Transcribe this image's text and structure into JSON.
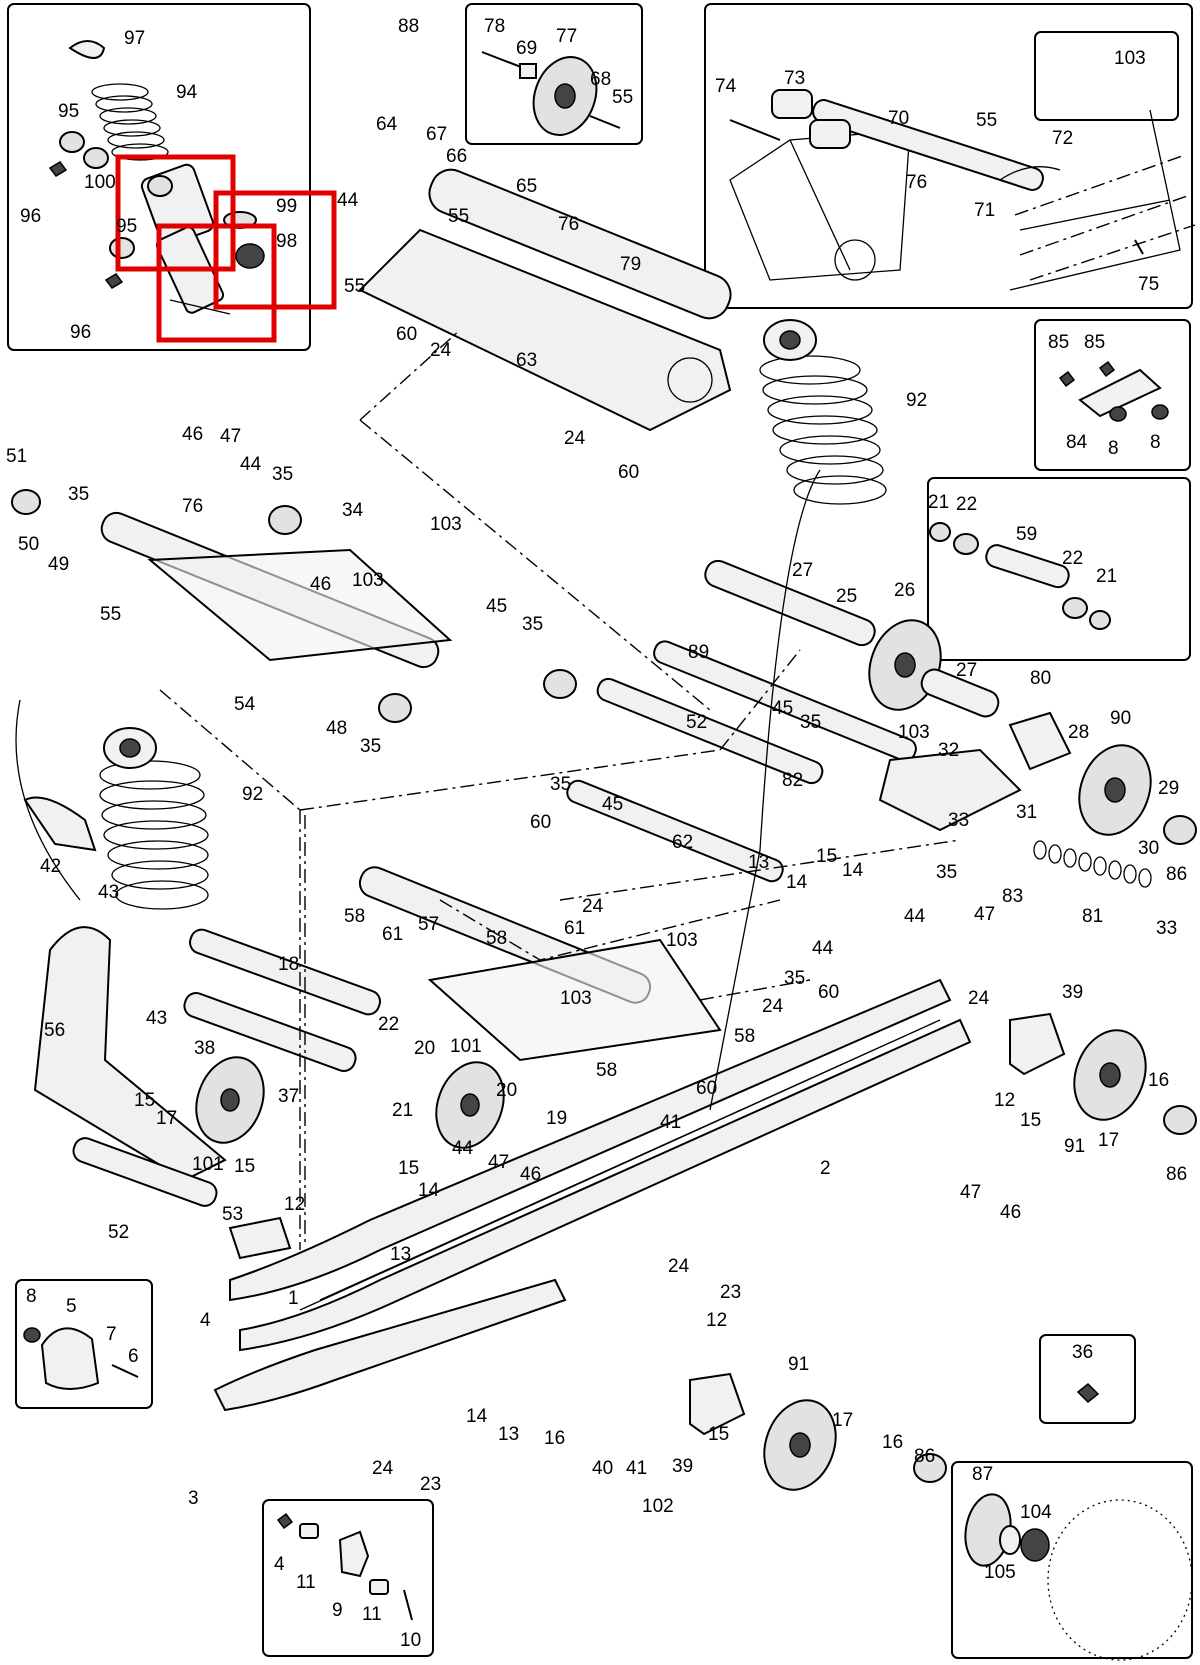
{
  "diagram": {
    "callouts": [
      {
        "id": "c97",
        "text": "97"
      },
      {
        "id": "c94",
        "text": "94"
      },
      {
        "id": "c95a",
        "text": "95"
      },
      {
        "id": "c96a",
        "text": "96"
      },
      {
        "id": "c100",
        "text": "100"
      },
      {
        "id": "c95b",
        "text": "95"
      },
      {
        "id": "c99",
        "text": "99"
      },
      {
        "id": "c98",
        "text": "98"
      },
      {
        "id": "c96b",
        "text": "96"
      },
      {
        "id": "c88",
        "text": "88"
      },
      {
        "id": "c78",
        "text": "78"
      },
      {
        "id": "c69",
        "text": "69"
      },
      {
        "id": "c77",
        "text": "77"
      },
      {
        "id": "c68",
        "text": "68"
      },
      {
        "id": "c55a",
        "text": "55"
      },
      {
        "id": "c74",
        "text": "74"
      },
      {
        "id": "c73",
        "text": "73"
      },
      {
        "id": "c70",
        "text": "70"
      },
      {
        "id": "c55b",
        "text": "55"
      },
      {
        "id": "c72",
        "text": "72"
      },
      {
        "id": "c103a",
        "text": "103"
      },
      {
        "id": "c76a",
        "text": "76"
      },
      {
        "id": "c71",
        "text": "71"
      },
      {
        "id": "c75",
        "text": "75"
      },
      {
        "id": "c64",
        "text": "64"
      },
      {
        "id": "c67",
        "text": "67"
      },
      {
        "id": "c66",
        "text": "66"
      },
      {
        "id": "c65",
        "text": "65"
      },
      {
        "id": "c55c",
        "text": "55"
      },
      {
        "id": "c44a",
        "text": "44"
      },
      {
        "id": "c76b",
        "text": "76"
      },
      {
        "id": "c79",
        "text": "79"
      },
      {
        "id": "c55d",
        "text": "55"
      },
      {
        "id": "c60a",
        "text": "60"
      },
      {
        "id": "c24a",
        "text": "24"
      },
      {
        "id": "c63",
        "text": "63"
      },
      {
        "id": "c24b",
        "text": "24"
      },
      {
        "id": "c60b",
        "text": "60"
      },
      {
        "id": "c92a",
        "text": "92"
      },
      {
        "id": "c85a",
        "text": "85"
      },
      {
        "id": "c85b",
        "text": "85"
      },
      {
        "id": "c84",
        "text": "84"
      },
      {
        "id": "c8a",
        "text": "8"
      },
      {
        "id": "c8b",
        "text": "8"
      },
      {
        "id": "c51",
        "text": "51"
      },
      {
        "id": "c50",
        "text": "50"
      },
      {
        "id": "c49",
        "text": "49"
      },
      {
        "id": "c35a",
        "text": "35"
      },
      {
        "id": "c46a",
        "text": "46"
      },
      {
        "id": "c47a",
        "text": "47"
      },
      {
        "id": "c44b",
        "text": "44"
      },
      {
        "id": "c35b",
        "text": "35"
      },
      {
        "id": "c76c",
        "text": "76"
      },
      {
        "id": "c34",
        "text": "34"
      },
      {
        "id": "c103b",
        "text": "103"
      },
      {
        "id": "c46b",
        "text": "46"
      },
      {
        "id": "c103c",
        "text": "103"
      },
      {
        "id": "c55e",
        "text": "55"
      },
      {
        "id": "c45a",
        "text": "45"
      },
      {
        "id": "c35c",
        "text": "35"
      },
      {
        "id": "c54",
        "text": "54"
      },
      {
        "id": "c48",
        "text": "48"
      },
      {
        "id": "c35d",
        "text": "35"
      },
      {
        "id": "c21a",
        "text": "21"
      },
      {
        "id": "c22a",
        "text": "22"
      },
      {
        "id": "c59",
        "text": "59"
      },
      {
        "id": "c22b",
        "text": "22"
      },
      {
        "id": "c21b",
        "text": "21"
      },
      {
        "id": "c27a",
        "text": "27"
      },
      {
        "id": "c25",
        "text": "25"
      },
      {
        "id": "c26",
        "text": "26"
      },
      {
        "id": "c27b",
        "text": "27"
      },
      {
        "id": "c80",
        "text": "80"
      },
      {
        "id": "c90",
        "text": "90"
      },
      {
        "id": "c89",
        "text": "89"
      },
      {
        "id": "c45b",
        "text": "45"
      },
      {
        "id": "c35e",
        "text": "35"
      },
      {
        "id": "c103d",
        "text": "103"
      },
      {
        "id": "c28",
        "text": "28"
      },
      {
        "id": "c52a",
        "text": "52"
      },
      {
        "id": "c32",
        "text": "32"
      },
      {
        "id": "c82",
        "text": "82"
      },
      {
        "id": "c29",
        "text": "29"
      },
      {
        "id": "c33a",
        "text": "33"
      },
      {
        "id": "c31",
        "text": "31"
      },
      {
        "id": "c30",
        "text": "30"
      },
      {
        "id": "c92b",
        "text": "92"
      },
      {
        "id": "c42",
        "text": "42"
      },
      {
        "id": "c43a",
        "text": "43"
      },
      {
        "id": "c35f",
        "text": "35"
      },
      {
        "id": "c45c",
        "text": "45"
      },
      {
        "id": "c60c",
        "text": "60"
      },
      {
        "id": "c62",
        "text": "62"
      },
      {
        "id": "c13a",
        "text": "13"
      },
      {
        "id": "c14a",
        "text": "14"
      },
      {
        "id": "c15a",
        "text": "15"
      },
      {
        "id": "c14b",
        "text": "14"
      },
      {
        "id": "c35g",
        "text": "35"
      },
      {
        "id": "c83",
        "text": "83"
      },
      {
        "id": "c86a",
        "text": "86"
      },
      {
        "id": "c81",
        "text": "81"
      },
      {
        "id": "c33b",
        "text": "33"
      },
      {
        "id": "c24c",
        "text": "24"
      },
      {
        "id": "c61a",
        "text": "61"
      },
      {
        "id": "c58a",
        "text": "58"
      },
      {
        "id": "c61b",
        "text": "61"
      },
      {
        "id": "c57",
        "text": "57"
      },
      {
        "id": "c58b",
        "text": "58"
      },
      {
        "id": "c103e",
        "text": "103"
      },
      {
        "id": "c103f",
        "text": "103"
      },
      {
        "id": "c44c",
        "text": "44"
      },
      {
        "id": "c35h",
        "text": "35"
      },
      {
        "id": "c44d",
        "text": "44"
      },
      {
        "id": "c47b",
        "text": "47"
      },
      {
        "id": "c39a",
        "text": "39"
      },
      {
        "id": "c24d",
        "text": "24"
      },
      {
        "id": "c60d",
        "text": "60"
      },
      {
        "id": "c24e",
        "text": "24"
      },
      {
        "id": "c56",
        "text": "56"
      },
      {
        "id": "c43b",
        "text": "43"
      },
      {
        "id": "c18",
        "text": "18"
      },
      {
        "id": "c38",
        "text": "38"
      },
      {
        "id": "c22c",
        "text": "22"
      },
      {
        "id": "c20a",
        "text": "20"
      },
      {
        "id": "c101a",
        "text": "101"
      },
      {
        "id": "c21c",
        "text": "21"
      },
      {
        "id": "c37",
        "text": "37"
      },
      {
        "id": "c15b",
        "text": "15"
      },
      {
        "id": "c17a",
        "text": "17"
      },
      {
        "id": "c101b",
        "text": "101"
      },
      {
        "id": "c15c",
        "text": "15"
      },
      {
        "id": "c12a",
        "text": "12"
      },
      {
        "id": "c20b",
        "text": "20"
      },
      {
        "id": "c19",
        "text": "19"
      },
      {
        "id": "c58c",
        "text": "58"
      },
      {
        "id": "c58d",
        "text": "58"
      },
      {
        "id": "c60e",
        "text": "60"
      },
      {
        "id": "c41a",
        "text": "41"
      },
      {
        "id": "c12b",
        "text": "12"
      },
      {
        "id": "c15d",
        "text": "15"
      },
      {
        "id": "c16a",
        "text": "16"
      },
      {
        "id": "c91a",
        "text": "91"
      },
      {
        "id": "c17b",
        "text": "17"
      },
      {
        "id": "c86b",
        "text": "86"
      },
      {
        "id": "c44e",
        "text": "44"
      },
      {
        "id": "c15e",
        "text": "15"
      },
      {
        "id": "c14c",
        "text": "14"
      },
      {
        "id": "c13b",
        "text": "13"
      },
      {
        "id": "c47c",
        "text": "47"
      },
      {
        "id": "c46c",
        "text": "46"
      },
      {
        "id": "c2",
        "text": "2"
      },
      {
        "id": "c47d",
        "text": "47"
      },
      {
        "id": "c46d",
        "text": "46"
      },
      {
        "id": "c52b",
        "text": "52"
      },
      {
        "id": "c53",
        "text": "53"
      },
      {
        "id": "c24f",
        "text": "24"
      },
      {
        "id": "c23a",
        "text": "23"
      },
      {
        "id": "c8c",
        "text": "8"
      },
      {
        "id": "c5",
        "text": "5"
      },
      {
        "id": "c7",
        "text": "7"
      },
      {
        "id": "c6",
        "text": "6"
      },
      {
        "id": "c4a",
        "text": "4"
      },
      {
        "id": "c1",
        "text": "1"
      },
      {
        "id": "c12c",
        "text": "12"
      },
      {
        "id": "c91b",
        "text": "91"
      },
      {
        "id": "c36",
        "text": "36"
      },
      {
        "id": "c14d",
        "text": "14"
      },
      {
        "id": "c13c",
        "text": "13"
      },
      {
        "id": "c16b",
        "text": "16"
      },
      {
        "id": "c40",
        "text": "40"
      },
      {
        "id": "c41b",
        "text": "41"
      },
      {
        "id": "c39b",
        "text": "39"
      },
      {
        "id": "c15f",
        "text": "15"
      },
      {
        "id": "c17c",
        "text": "17"
      },
      {
        "id": "c16c",
        "text": "16"
      },
      {
        "id": "c86c",
        "text": "86"
      },
      {
        "id": "c24g",
        "text": "24"
      },
      {
        "id": "c23b",
        "text": "23"
      },
      {
        "id": "c102",
        "text": "102"
      },
      {
        "id": "c3",
        "text": "3"
      },
      {
        "id": "c87",
        "text": "87"
      },
      {
        "id": "c104",
        "text": "104"
      },
      {
        "id": "c105",
        "text": "105"
      },
      {
        "id": "c4b",
        "text": "4"
      },
      {
        "id": "c11a",
        "text": "11"
      },
      {
        "id": "c9",
        "text": "9"
      },
      {
        "id": "c11b",
        "text": "11"
      },
      {
        "id": "c10",
        "text": "10"
      }
    ],
    "highlight_color": "#e00000"
  }
}
